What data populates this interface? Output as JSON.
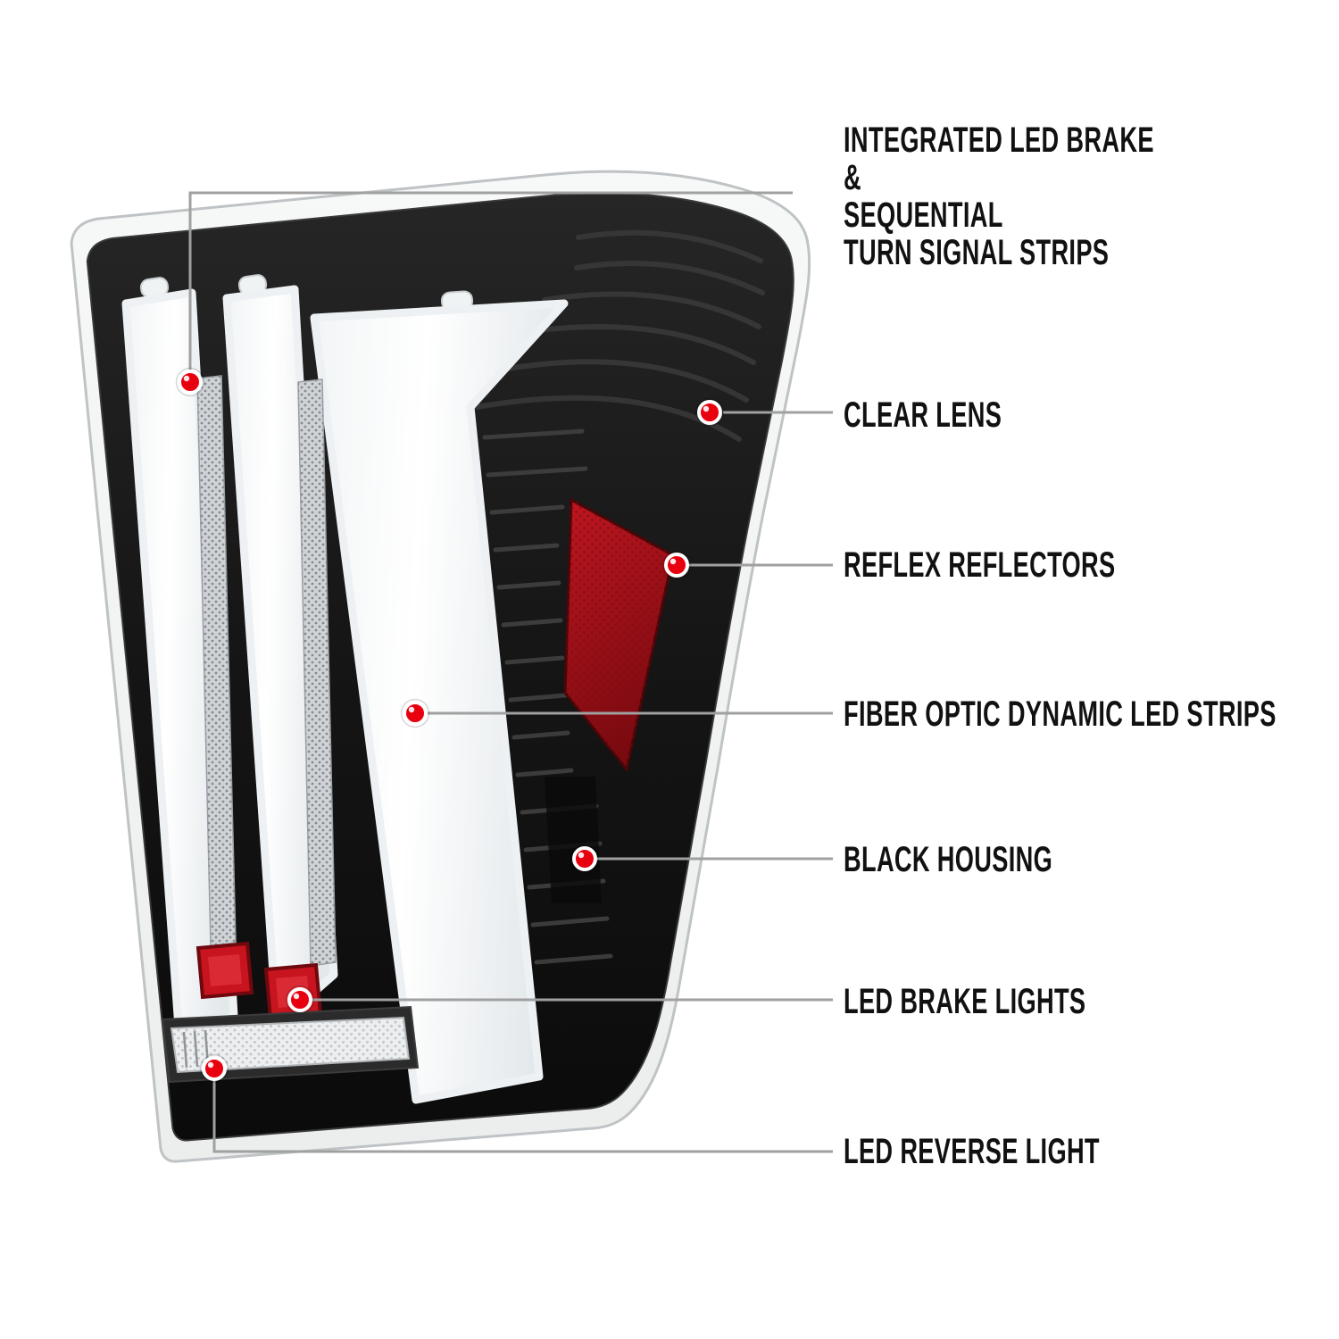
{
  "figure": {
    "type": "annotated-product-diagram",
    "subject": "led-tail-light-feature-callouts",
    "colors": {
      "marker_red": "#e8000f",
      "line_gray": "#a0a0a0",
      "text_black": "#111111",
      "housing_black": "#141414",
      "lens_clear": "#f4f5f6",
      "reflector_red": "#a81119",
      "brake_red": "#c8141f"
    },
    "callouts": [
      {
        "id": "turn-signal-strips",
        "lines": [
          "INTEGRATED LED BRAKE",
          "&",
          "SEQUENTIAL",
          "TURN SIGNAL STRIPS"
        ]
      },
      {
        "id": "clear-lens",
        "lines": [
          "CLEAR LENS"
        ]
      },
      {
        "id": "reflex-reflectors",
        "lines": [
          "REFLEX REFLECTORS"
        ]
      },
      {
        "id": "fiber-optic-led-strips",
        "lines": [
          "FIBER OPTIC DYNAMIC LED STRIPS"
        ]
      },
      {
        "id": "black-housing",
        "lines": [
          "BLACK HOUSING"
        ]
      },
      {
        "id": "led-brake-lights",
        "lines": [
          "LED BRAKE LIGHTS"
        ]
      },
      {
        "id": "led-reverse-light",
        "lines": [
          "LED REVERSE LIGHT"
        ]
      }
    ]
  }
}
